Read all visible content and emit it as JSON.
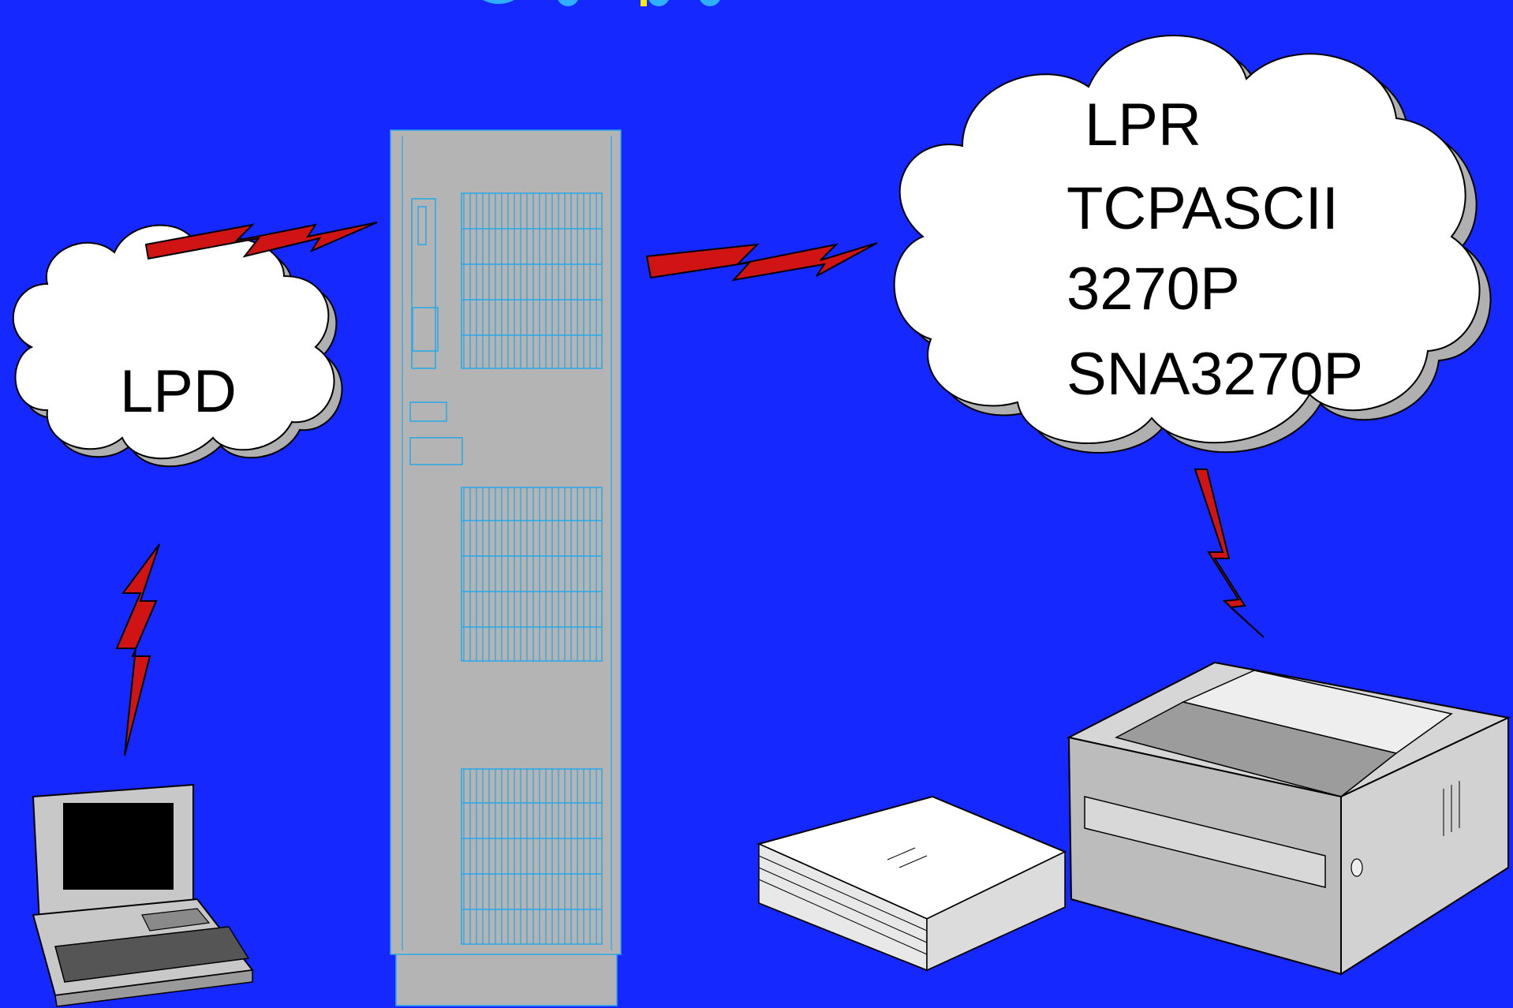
{
  "slide": {
    "background": "#1428ff"
  },
  "clouds": {
    "left": {
      "lines": [
        "LPD"
      ]
    },
    "right": {
      "lines": [
        "LPR",
        "TCPASCII",
        "3270P",
        "SNA3270P"
      ]
    }
  },
  "colors": {
    "lightning": "#d01414",
    "cloud_fill": "#ffffff",
    "cloud_shadow": "#b0b0b0",
    "device_gray": "#b4b4b4",
    "server_lines": "#25a8e8"
  },
  "icons": [
    "laptop-icon",
    "server-tower-icon",
    "printer-icon",
    "paper-stack-icon",
    "lightning-icon",
    "cloud-icon"
  ]
}
